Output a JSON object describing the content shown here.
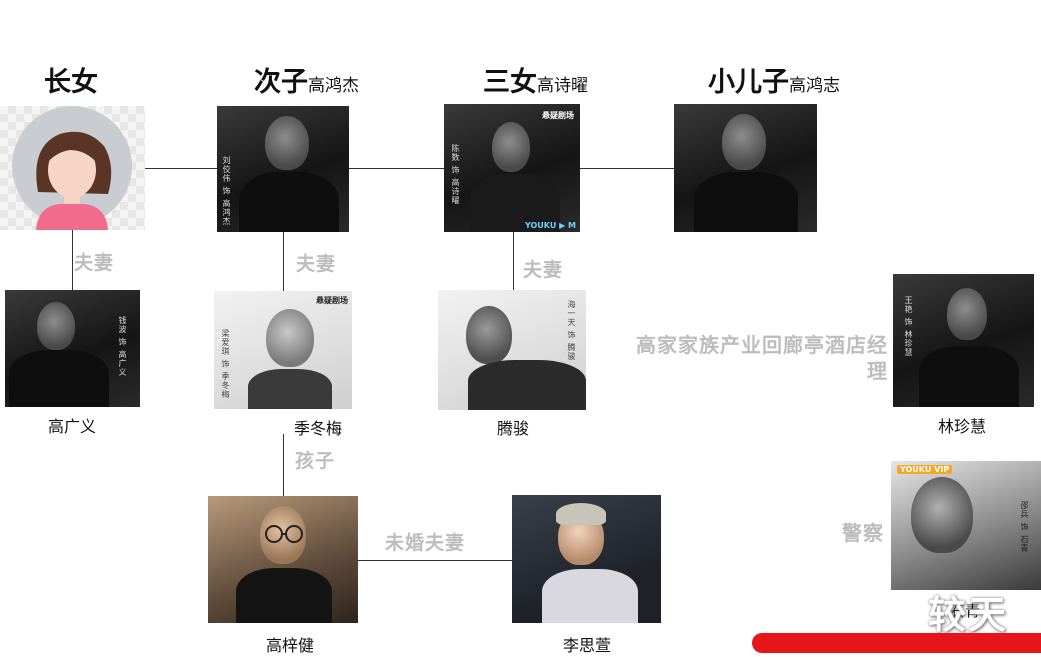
{
  "columns": {
    "eldest_daughter": {
      "title": "长女"
    },
    "second_son": {
      "title": "次子",
      "name": "高鸿杰"
    },
    "third_daughter": {
      "title": "三女",
      "name": "高诗曜"
    },
    "youngest_son": {
      "title": "小儿子",
      "name": "高鸿志"
    }
  },
  "relations": {
    "spouse_1": "夫妻",
    "spouse_2": "夫妻",
    "spouse_3": "夫妻",
    "child": "孩子",
    "unmarried_couple": "未婚夫妻"
  },
  "people": {
    "gao_guangyi": "高广义",
    "ji_dongmei": "季冬梅",
    "teng_jun": "腾骏",
    "gao_zijian": "高梓健",
    "li_sixuan": "李思萱",
    "lin_zhenhui": "林珍慧"
  },
  "notes": {
    "lin_role": "高家家族产业回廊亭酒店经理",
    "police": "警察"
  },
  "photo_text": {
    "p2_credit": "刘佼伟 饰 高鸿杰",
    "p3_credit": "陈数 饰 高诗曜",
    "p3_tag": "悬疑剧场",
    "p3_logo": "YOUKU ▶ M",
    "p5_credit": "钱波 饰 高广义",
    "p6_tag": "悬疑剧场",
    "p6_credit": "梁爱琪 饰 季冬梅",
    "p7_credit": "海一天 饰 腾骏",
    "p10_credit": "王艳 饰 林珍慧",
    "p11_tag": "YOUKU VIP",
    "p11_credit": "邵兵 饰 石青",
    "p11_caption": "石青"
  },
  "watermark": "较天",
  "colors": {
    "line": "#333333",
    "relation_text": "#bdbdbd",
    "accent_bar": "#e8141c"
  }
}
